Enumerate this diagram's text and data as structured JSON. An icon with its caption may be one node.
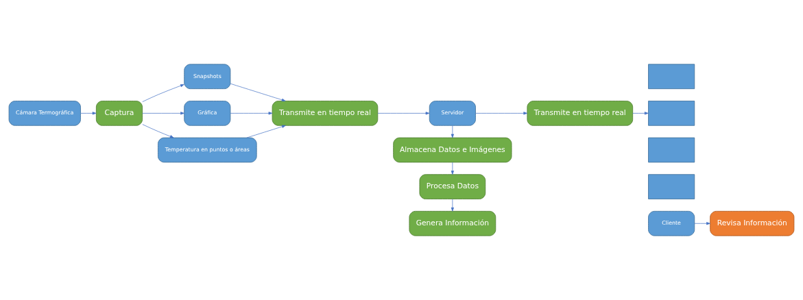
{
  "diagram": {
    "nodes": [
      {
        "text": [
          "Cámara Termográfica"
        ]
      },
      {
        "text": [
          "Captura"
        ]
      },
      {
        "text": [
          "Snapshots"
        ]
      },
      {
        "text": [
          "Gráfica"
        ]
      },
      {
        "text": [
          "Temperatura en puntos o áreas"
        ]
      },
      {
        "text": [
          "Transmite en tiempo real"
        ]
      },
      {
        "text": [
          "Servidor"
        ]
      },
      {
        "text": [
          "Transmite en tiempo real"
        ]
      },
      {
        "text": [],
        "shape": "box"
      },
      {
        "text": [],
        "shape": "box"
      },
      {
        "text": [],
        "shape": "box"
      },
      {
        "text": [],
        "shape": "box"
      },
      {
        "text": [
          "Cliente"
        ]
      },
      {
        "text": [
          "Revisa Información"
        ]
      },
      {
        "text": [
          "Almacena Datos e Imágenes"
        ]
      },
      {
        "text": [
          "Procesa Datos"
        ]
      },
      {
        "text": [
          "Genera Información"
        ]
      }
    ],
    "edges": [
      {
        "from": 0,
        "to": 1,
        "arrow": "to"
      },
      {
        "from": 1,
        "to": 2,
        "arrow": "to"
      },
      {
        "from": 1,
        "to": 3,
        "arrow": "to"
      },
      {
        "from": 1,
        "to": 4,
        "arrow": "to"
      },
      {
        "from": 2,
        "to": 5,
        "arrow": "to"
      },
      {
        "from": 3,
        "to": 5,
        "arrow": "to"
      },
      {
        "from": 4,
        "to": 5,
        "arrow": "to"
      },
      {
        "from": 5,
        "to": 6,
        "arrow": "to"
      },
      {
        "from": 6,
        "to": 7,
        "arrow": "to"
      },
      {
        "from": 7,
        "to": 9,
        "arrow": "to"
      },
      {
        "from": 12,
        "to": 13,
        "arrow": "to"
      },
      {
        "from": 6,
        "to": 14,
        "arrow": "to"
      },
      {
        "from": 14,
        "to": 15,
        "arrow": "to"
      },
      {
        "from": 15,
        "to": 16,
        "arrow": "to"
      }
    ]
  }
}
